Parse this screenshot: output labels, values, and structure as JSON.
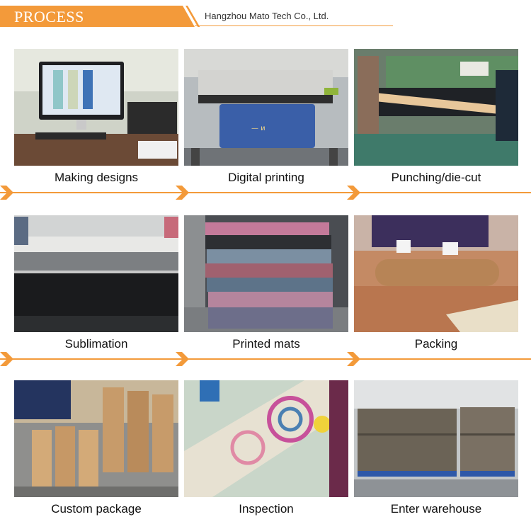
{
  "header": {
    "title": "PROCESS",
    "company": "Hangzhou Mato Tech Co., Ltd."
  },
  "colors": {
    "accent": "#f39a3a"
  },
  "steps": [
    {
      "label": "Making designs"
    },
    {
      "label": "Digital printing"
    },
    {
      "label": "Punching/die-cut"
    },
    {
      "label": "Sublimation"
    },
    {
      "label": "Printed mats"
    },
    {
      "label": "Packing"
    },
    {
      "label": "Custom package"
    },
    {
      "label": "Inspection"
    },
    {
      "label": "Enter warehouse"
    }
  ],
  "arrow_icon": "chevron-right-icon"
}
